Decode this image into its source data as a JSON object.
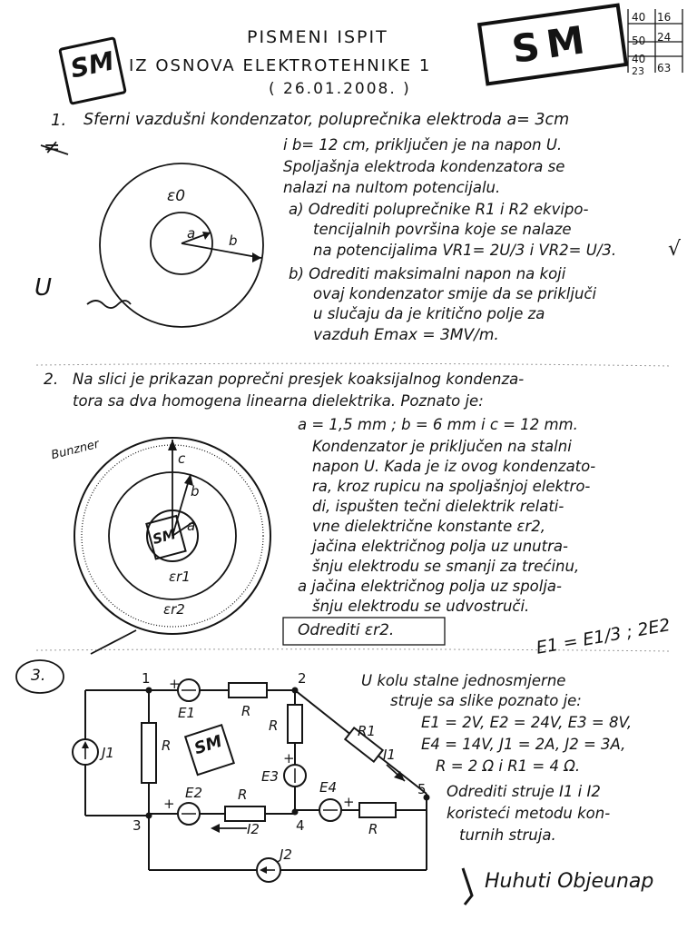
{
  "header": {
    "title1": "PISMENI ISPIT",
    "title2": "IZ OSNOVA ELEKTROTEHNIKE 1",
    "date": "( 26.01.2008. )",
    "logo": "SM",
    "scores": [
      "40",
      "16",
      "50",
      "24",
      "40",
      "23",
      "63"
    ]
  },
  "task1": {
    "number": "1.",
    "lines": [
      "Sferni vazdušni kondenzator, poluprečnika elektroda a= 3cm",
      "i b= 12 cm, priključen je na napon U.",
      "Spoljašnja elektroda kondenzatora se",
      "nalazi na nultom potencijalu.",
      "a) Odrediti poluprečnike R1 i R2 ekvipo-",
      "tencijalnih površina koje se nalaze",
      "na potencijalima VR1= 2U/3 i VR2= U/3.",
      "b) Odrediti maksimalni napon na koji",
      "ovaj kondenzator smije da se priključi",
      "u slučaju da je kritično polje za",
      "vazduh Emax = 3MV/m."
    ],
    "labels": {
      "eps": "ε0",
      "a": "a",
      "b": "b",
      "hash": "≠",
      "u": "U",
      "check": "√"
    }
  },
  "task2": {
    "number": "2.",
    "lines": [
      "Na slici je prikazan poprečni presjek koaksijalnog kondenza-",
      "tora sa dva homogena linearna dielektrika. Poznato je:",
      "a = 1,5 mm ; b = 6 mm i c = 12 mm.",
      "Kondenzator je priključen na stalni",
      "napon U. Kada je iz ovog kondenzato-",
      "ra, kroz rupicu na spoljašnjoj elektro-",
      "di, ispušten tečni dielektrik relati-",
      "vne dielektrične konstante εr2,",
      "jačina električnog polja uz unutra-",
      "šnju elektrodu se smanji za trećinu,",
      "a jačina električnog polja uz spolja-",
      "šnju elektrodu se udvostruči.",
      "Odrediti εr2."
    ],
    "labels": {
      "c": "c",
      "b": "b",
      "a": "a",
      "er1": "εr1",
      "er2": "εr2",
      "side": "Bunzner"
    },
    "side_formula": "E1 = E1/3 ; 2E2"
  },
  "task3": {
    "number": "3.",
    "lines": [
      "U kolu stalne jednosmjerne",
      "struje sa slike poznato je:",
      "E1 = 2V, E2 = 24V, E3 = 8V,",
      "E4 = 14V, J1 = 2A, J2 = 3A,",
      "R = 2 Ω i R1 = 4 Ω.",
      "Odrediti struje I1 i I2",
      "koristeći metodu kon-",
      "turnih struja."
    ],
    "circuit": {
      "nodes": [
        "1",
        "2",
        "3",
        "4",
        "5"
      ],
      "sources": [
        "E1",
        "E2",
        "E3",
        "E4"
      ],
      "current_sources": [
        "J1",
        "J2"
      ],
      "resistors": [
        "R",
        "R",
        "R",
        "R",
        "R",
        "R1"
      ],
      "currents": [
        "I1",
        "I2"
      ],
      "plus": "+"
    },
    "signature": "Huhuti Objeunap"
  },
  "colors": {
    "ink": "#141414",
    "paper": "#ffffff"
  }
}
